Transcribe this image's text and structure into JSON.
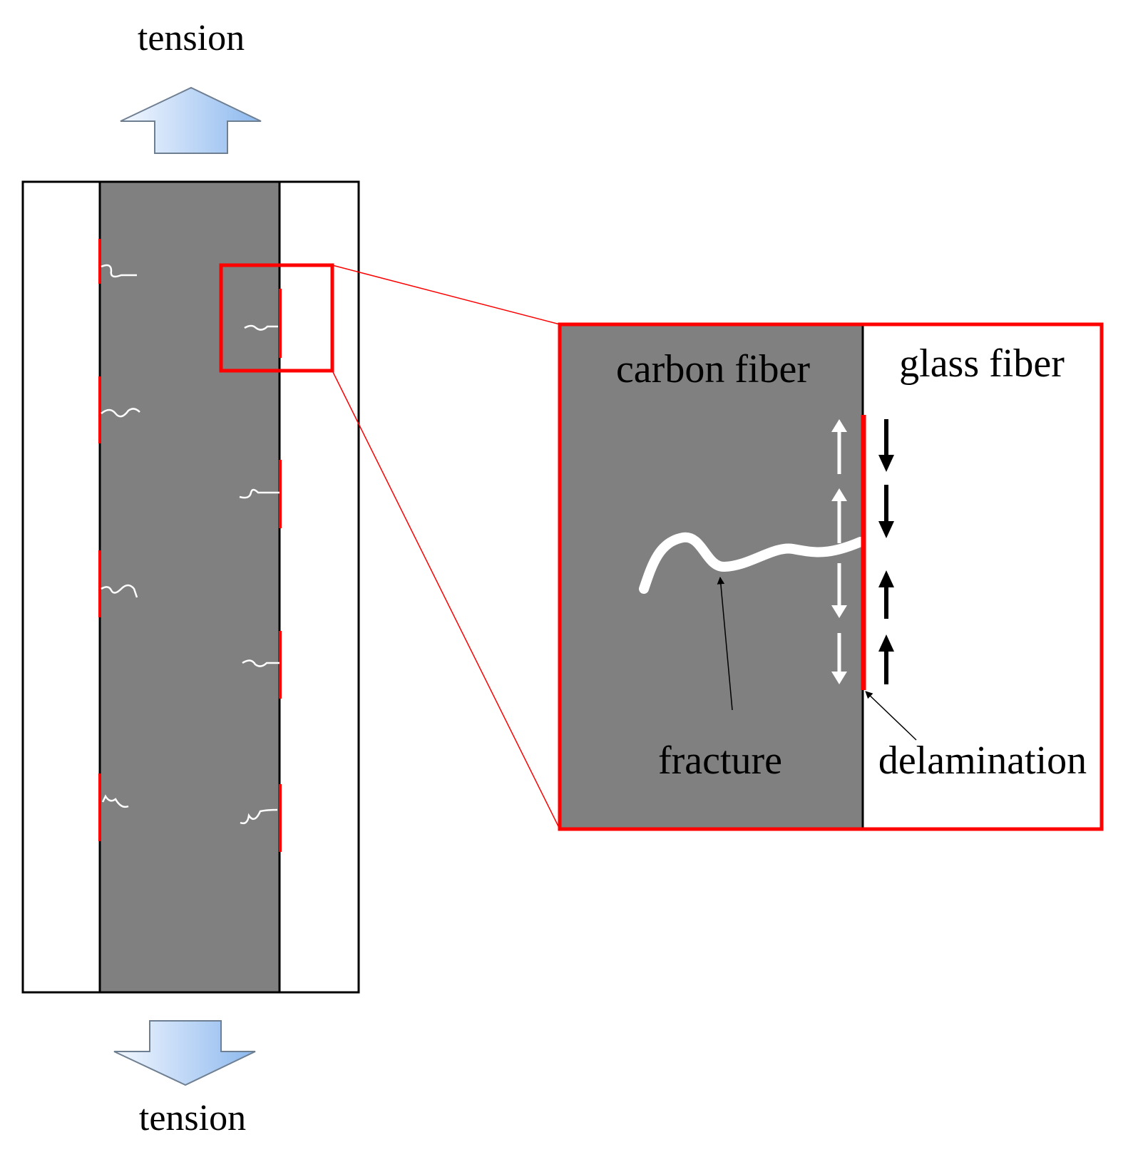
{
  "labels": {
    "tension_top": "tension",
    "tension_bottom": "tension",
    "carbon_fiber": "carbon fiber",
    "glass_fiber": "glass fiber",
    "fracture": "fracture",
    "delamination": "delamination"
  },
  "colors": {
    "carbon_layer": "#808080",
    "glass_layer": "#ffffff",
    "outline": "#000000",
    "delamination_highlight": "#ff0000",
    "zoom_frame": "#ff0000",
    "crack": "#ffffff",
    "tension_arrow_light": "#f4f8ff",
    "tension_arrow_dark": "#8cb8ee"
  },
  "icons": {
    "tension_top": "up-arrow-icon",
    "tension_bottom": "down-arrow-icon"
  }
}
